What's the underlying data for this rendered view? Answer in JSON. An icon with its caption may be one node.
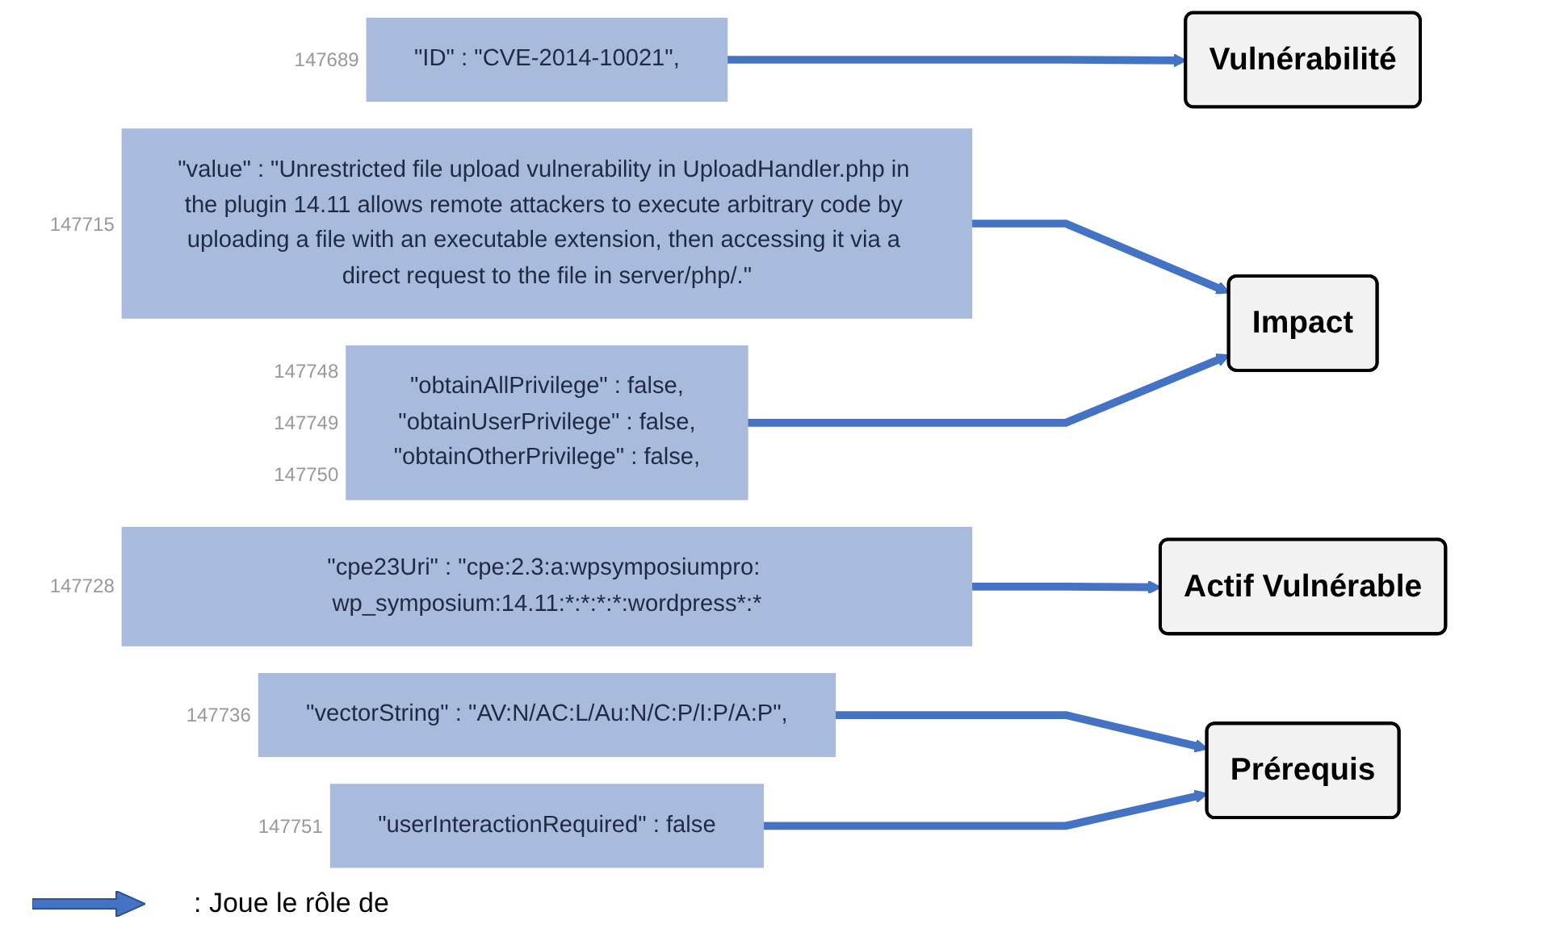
{
  "diagram": {
    "nodes": [
      {
        "text": [
          "\"ID\" : \"CVE-2014-10021\","
        ],
        "beside": [
          "147689"
        ]
      },
      {
        "text": [
          "Vulnérabilité"
        ]
      },
      {
        "text": [
          "\"value\" : \"Unrestricted file upload vulnerability in UploadHandler.php in the plugin 14.11 allows remote attackers to execute arbitrary code by uploading a file with an executable extension, then accessing it via a direct request to the file in server/php/.\""
        ],
        "beside": [
          "147715"
        ]
      },
      {
        "text": [
          "Impact"
        ]
      },
      {
        "text": [
          "\"cpe23Uri\" : \"cpe:2.3:a:wpsymposiumpro: wp_symposium:14.11:*:*:*:*:wordpress*:*"
        ],
        "beside": [
          "147728"
        ]
      },
      {
        "text": [
          "Actif Vulnérable"
        ]
      },
      {
        "text": [
          "\"vectorString\" : \"AV:N/AC:L/Au:N/C:P/I:P/A:P\","
        ],
        "beside": [
          "147736"
        ]
      },
      {
        "text": [
          "\"obtainAllPrivilege\" : false,",
          "\"obtainUserPrivilege\" : false,",
          "\"obtainOtherPrivilege\" : false,"
        ],
        "beside": [
          "147748",
          "147749",
          "147750"
        ]
      },
      {
        "text": [
          "Prérequis"
        ]
      },
      {
        "text": [
          "\"userInteractionRequired\" : false"
        ],
        "beside": [
          "147751"
        ]
      }
    ],
    "edges": [
      {
        "from": 0,
        "to": 1,
        "arrow": "to"
      },
      {
        "from": 2,
        "to": 3,
        "arrow": "to"
      },
      {
        "from": 4,
        "to": 5,
        "arrow": "to"
      },
      {
        "from": 6,
        "to": 8,
        "arrow": "to"
      },
      {
        "from": 7,
        "to": 3,
        "arrow": "to"
      },
      {
        "from": 9,
        "to": 8,
        "arrow": "to"
      }
    ],
    "legend": [
      {
        "text": ": Joue le rôle de"
      }
    ]
  }
}
